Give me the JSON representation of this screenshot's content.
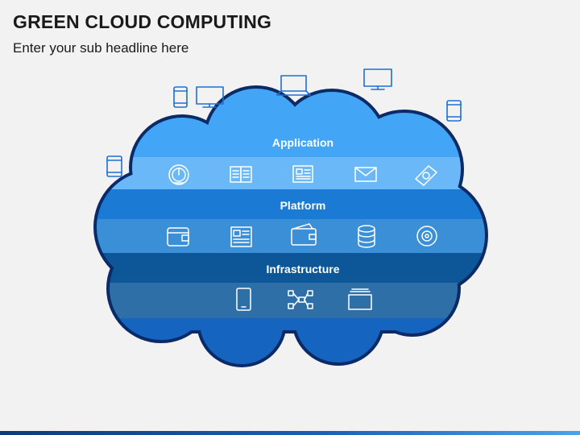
{
  "header": {
    "title": "GREEN CLOUD COMPUTING",
    "subtitle": "Enter your sub headline here"
  },
  "layers": [
    {
      "title": "Application",
      "icons": [
        "speedometer-icon",
        "book-icon",
        "news-icon",
        "envelope-icon",
        "money-icon"
      ]
    },
    {
      "title": "Platform",
      "icons": [
        "wallet-icon",
        "newspaper-icon",
        "wallet-card-icon",
        "database-icon",
        "disc-icon"
      ]
    },
    {
      "title": "Infrastructure",
      "icons": [
        "tablet-icon",
        "network-icon",
        "folder-icon"
      ]
    }
  ],
  "devices": [
    "phone-icon",
    "monitor-icon",
    "laptop-icon",
    "monitor-icon",
    "phone-icon",
    "tablet-icon"
  ],
  "colors": {
    "application_header": "#42a5f5",
    "application_band": "#6ab8f7",
    "platform_header": "#1a7ad4",
    "platform_band": "#3a8fd6",
    "infrastructure_header": "#0d5799",
    "infrastructure_band": "#2f6fa8",
    "cloud_bottom": "#1565c0",
    "outline": "#0b2a66",
    "device_icon": "#1c6fd1"
  }
}
